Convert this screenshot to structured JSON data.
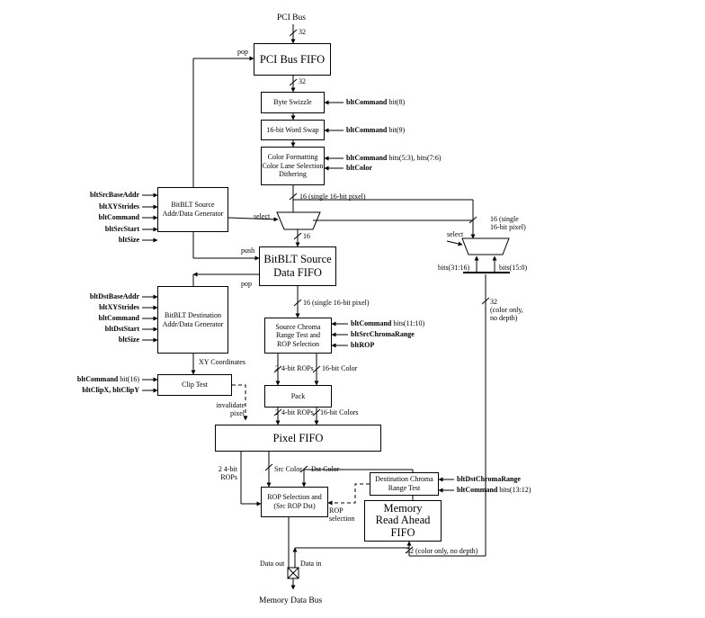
{
  "top": {
    "pci_bus": "PCI Bus",
    "width_32_a": "32",
    "width_32_b": "32",
    "pop": "pop"
  },
  "blocks": {
    "pci_fifo": "PCI Bus FIFO",
    "byte_swizzle": "Byte Swizzle",
    "word_swap": "16-bit Word Swap",
    "color_format": [
      "Color Formatting",
      "Color Lane Selection",
      "Dithering"
    ],
    "src_gen": [
      "BitBLT Source",
      "Addr/Data Generator"
    ],
    "src_fifo": [
      "BitBLT Source",
      "Data FIFO"
    ],
    "dst_gen": [
      "BitBLT Destination",
      "Addr/Data Generator"
    ],
    "src_chroma": [
      "Source Chroma",
      "Range Test and",
      "ROP Selection"
    ],
    "clip_test": "Clip Test",
    "pack": "Pack",
    "pixel_fifo": "Pixel FIFO",
    "dst_chroma": [
      "Destination Chroma",
      "Range Test"
    ],
    "rop_sel": [
      "ROP Selection and",
      "(Src ROP Dst)"
    ],
    "mem_fifo": [
      "Memory",
      "Read Ahead",
      "FIFO"
    ]
  },
  "controls": {
    "swizzle": {
      "bold": "bltCommand",
      "rest": " bit(8)"
    },
    "swap": {
      "bold": "bltCommand",
      "rest": " bit(9)"
    },
    "fmt1": {
      "bold": "bltCommand",
      "rest": " bits(5:3), bits(7:6)"
    },
    "fmt2": {
      "bold": "bltColor",
      "rest": ""
    },
    "src_chroma1": {
      "bold": "bltCommand",
      "rest": " bits(11:10)"
    },
    "src_chroma2": {
      "bold": "bltSrcChromaRange",
      "rest": ""
    },
    "src_chroma3": {
      "bold": "bltROP",
      "rest": ""
    },
    "clip1": {
      "bold": "bltCommand",
      "rest": " bit(16)"
    },
    "clip2": {
      "bold": "bltClipX, bltClipY",
      "rest": ""
    },
    "dst_chroma1": {
      "bold": "bltDstChromaRange",
      "rest": ""
    },
    "dst_chroma2": {
      "bold": "bltCommand",
      "rest": " bits(13:12)"
    }
  },
  "src_inputs": [
    "bltSrcBaseAddr",
    "bltXYStrides",
    "bltCommand",
    "bltSrcStart",
    "bltSize"
  ],
  "dst_inputs": [
    "bltDstBaseAddr",
    "bltXYStrides",
    "bltCommand",
    "bltDstStart",
    "bltSize"
  ],
  "labels": {
    "w16_single": "16 (single 16-bit pixel)",
    "select1": "select",
    "w16": "16",
    "push": "push",
    "pop2": "pop",
    "w16_single2": "16 (single 16-bit pixel)",
    "xy_coords": "XY Coordinates",
    "rop4_a": "4-bit ROPs",
    "color16": "16-bit Color",
    "rop4_b": "4-bit ROPs",
    "colors16": "16-bit Colors",
    "two_a": "2",
    "two_b": "2",
    "invalidate": [
      "invalidate",
      "pixel"
    ],
    "rops24": [
      "2 4-bit",
      "ROPs"
    ],
    "src_color": "Src Color",
    "dst_color": "Dst Color",
    "rop_selection": [
      "ROP",
      "selection"
    ],
    "w32_mem": "32 (color only, no depth)",
    "data_out": "Data out",
    "data_in": "Data in",
    "mem_bus": "Memory Data Bus",
    "select2": "select",
    "w16_single_r": [
      "16 (single",
      "16-bit pixel)"
    ],
    "bits_hi": "bits(31:16)",
    "bits_lo": "bits(15:0)",
    "w32_right": [
      "32",
      "(color only,",
      "no depth)"
    ]
  }
}
